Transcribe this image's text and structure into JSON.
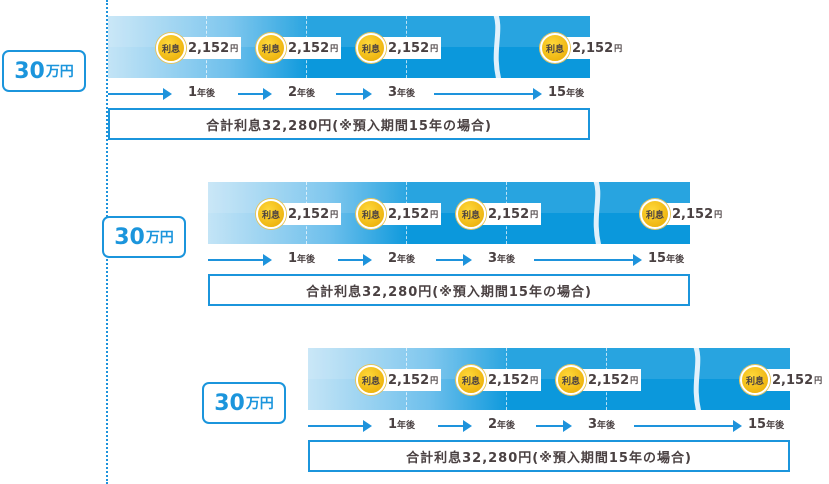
{
  "rows": [
    {
      "amount": "30",
      "amount_unit": "万円",
      "interest_label": "利息",
      "payments": [
        "2,152",
        "2,152",
        "2,152",
        "2,152"
      ],
      "currency": "円",
      "years": [
        "1",
        "2",
        "3",
        "15"
      ],
      "year_suffix": "年後",
      "total": "合計利息32,280円(※預入期間15年の場合)"
    },
    {
      "amount": "30",
      "amount_unit": "万円",
      "interest_label": "利息",
      "payments": [
        "2,152",
        "2,152",
        "2,152",
        "2,152"
      ],
      "currency": "円",
      "years": [
        "1",
        "2",
        "3",
        "15"
      ],
      "year_suffix": "年後",
      "total": "合計利息32,280円(※預入期間15年の場合)"
    },
    {
      "amount": "30",
      "amount_unit": "万円",
      "interest_label": "利息",
      "payments": [
        "2,152",
        "2,152",
        "2,152",
        "2,152"
      ],
      "currency": "円",
      "years": [
        "1",
        "2",
        "3",
        "15"
      ],
      "year_suffix": "年後",
      "total": "合計利息32,280円(※預入期間15年の場合)"
    }
  ],
  "colors": {
    "accent": "#1b95dc",
    "coin": "#f2c200",
    "text": "#4a4142"
  }
}
